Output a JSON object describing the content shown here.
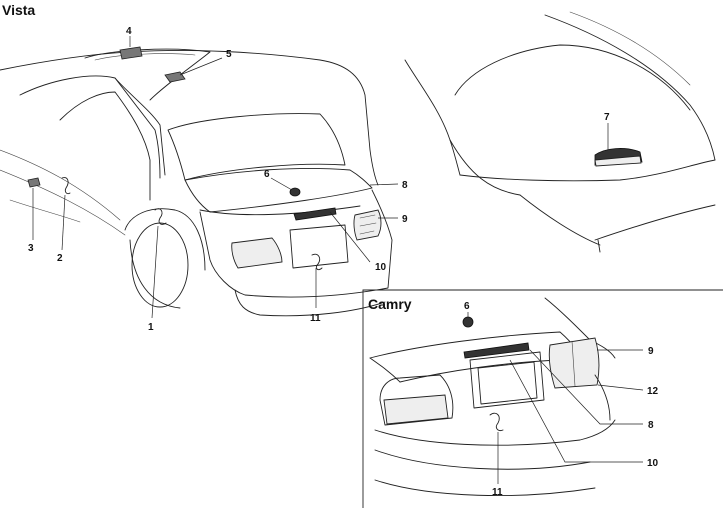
{
  "sections": {
    "vista": {
      "title": "Vista"
    },
    "camry": {
      "title": "Camry"
    }
  },
  "callouts": {
    "vista_4": "4",
    "vista_5": "5",
    "vista_6": "6",
    "vista_7": "7",
    "vista_8": "8",
    "vista_9": "9",
    "vista_10": "10",
    "vista_11": "11",
    "vista_1": "1",
    "vista_2": "2",
    "vista_3": "3",
    "camry_6": "6",
    "camry_9": "9",
    "camry_12": "12",
    "camry_8": "8",
    "camry_10": "10",
    "camry_11": "11"
  }
}
